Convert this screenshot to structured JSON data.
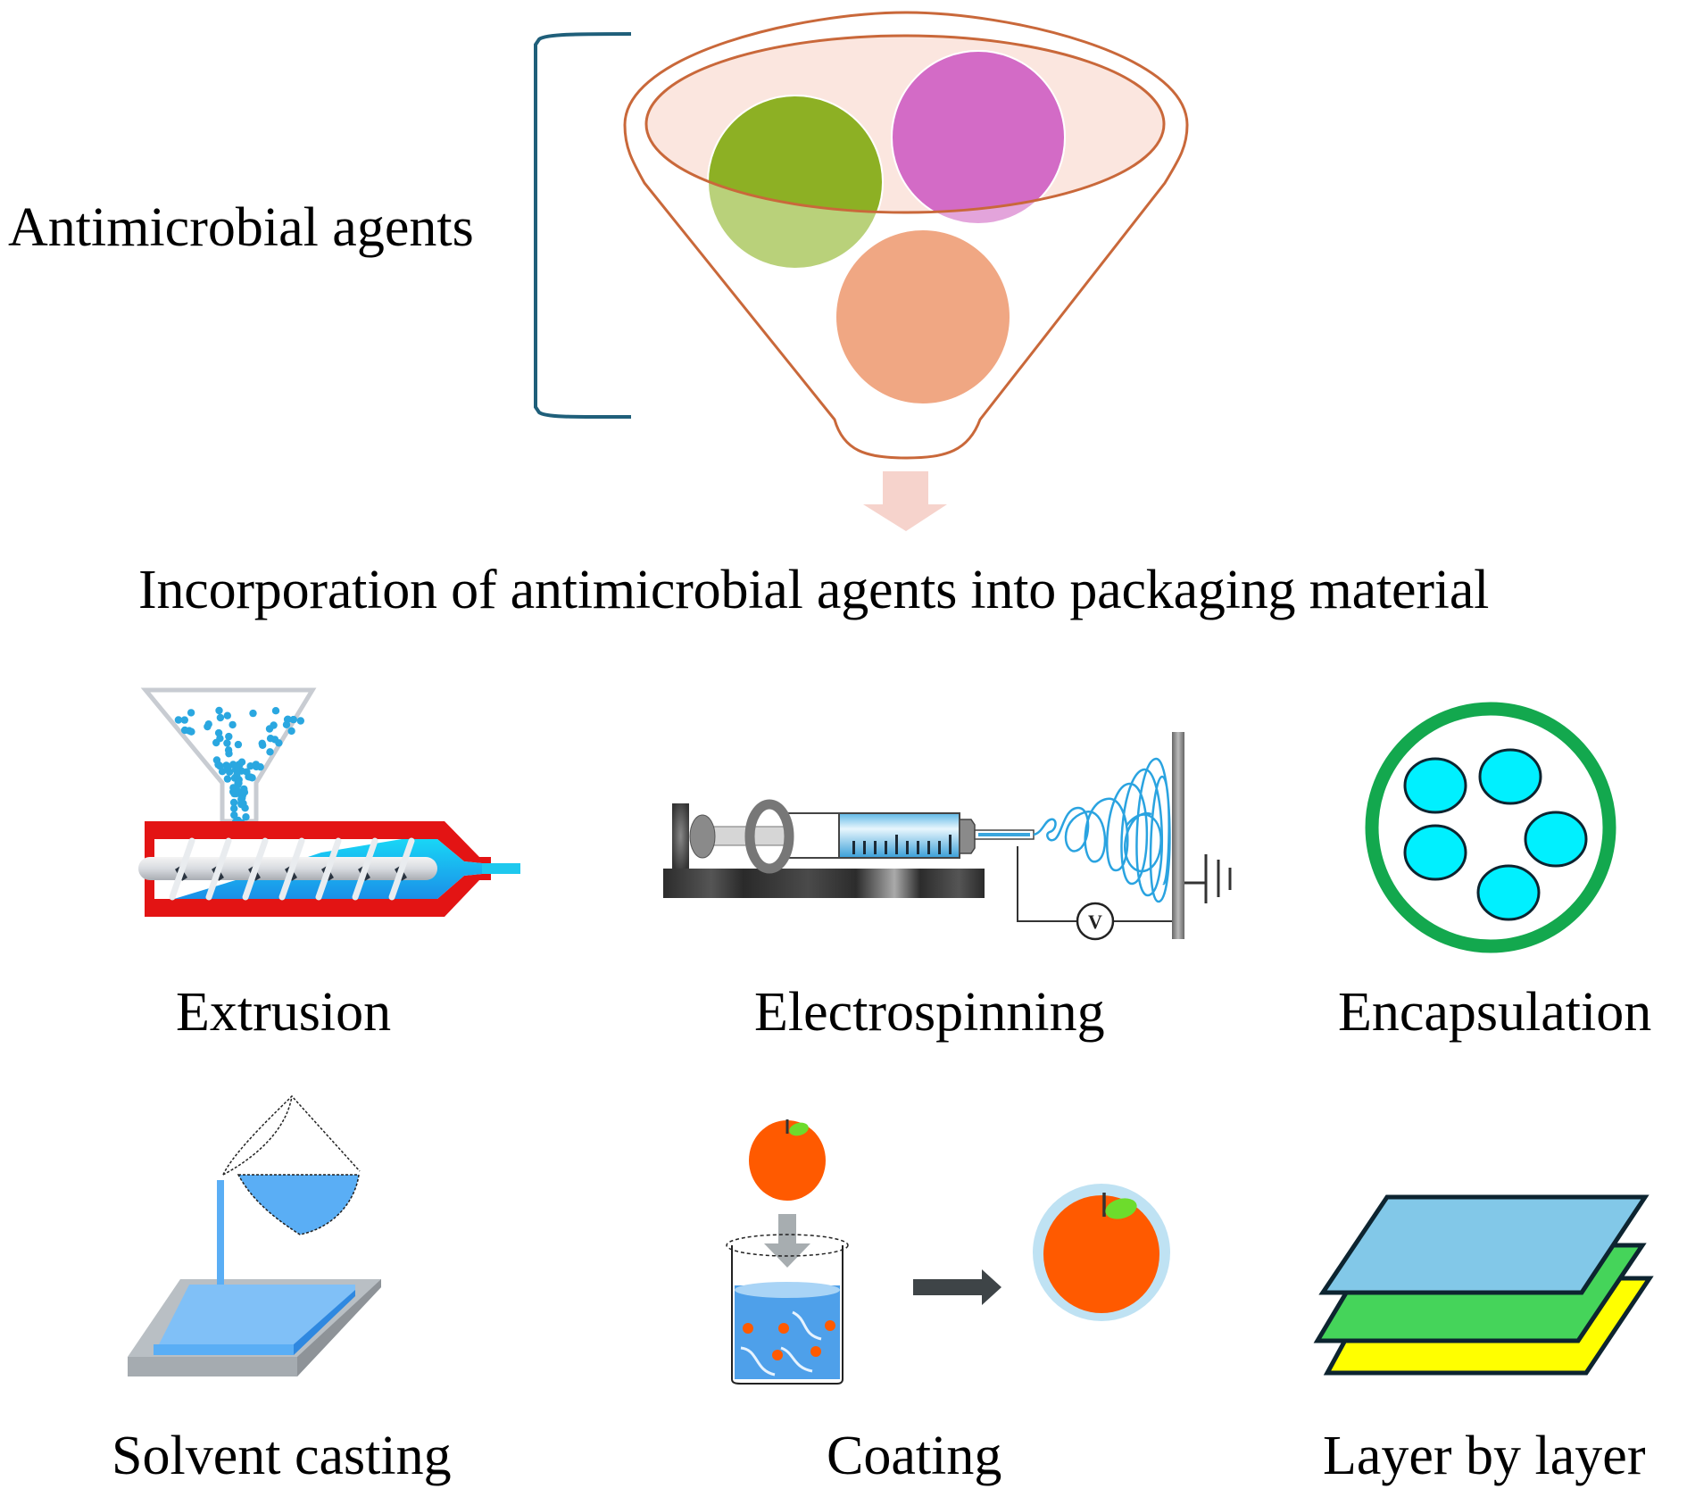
{
  "diagram": {
    "input_label": "Antimicrobial agents",
    "process_title": "Incorporation of antimicrobial agents into packaging material",
    "funnel": {
      "agents": [
        {
          "name": "agent-green",
          "color": "#8db024"
        },
        {
          "name": "agent-magenta",
          "color": "#d36bc6"
        },
        {
          "name": "agent-salmon",
          "color": "#f0a783"
        }
      ],
      "rim_color": "#c9683a",
      "rim_fill": "#fbe6df",
      "bracket_color": "#1f5f7a",
      "arrow_color": "#f6d3cc"
    },
    "methods": [
      {
        "id": "extrusion",
        "label": "Extrusion"
      },
      {
        "id": "electrospinning",
        "label": "Electrospinning",
        "meter_symbol": "V"
      },
      {
        "id": "encapsulation",
        "label": "Encapsulation"
      },
      {
        "id": "solvent-casting",
        "label": "Solvent casting"
      },
      {
        "id": "coating",
        "label": "Coating"
      },
      {
        "id": "layer-by-layer",
        "label": "Layer by layer"
      }
    ],
    "colors": {
      "extruder_red": "#e31414",
      "melt_blue": "#1e9be8",
      "pellet_blue": "#2aa7e0",
      "capsule_green": "#13a84e",
      "capsule_core": "#00f0ff",
      "layer_blue": "#82c8e8",
      "layer_green": "#45d45a",
      "layer_yellow": "#ffff00",
      "orange": "#ff5a00",
      "leaf": "#6ddc2c",
      "casting_blue": "#5aaef5"
    }
  }
}
